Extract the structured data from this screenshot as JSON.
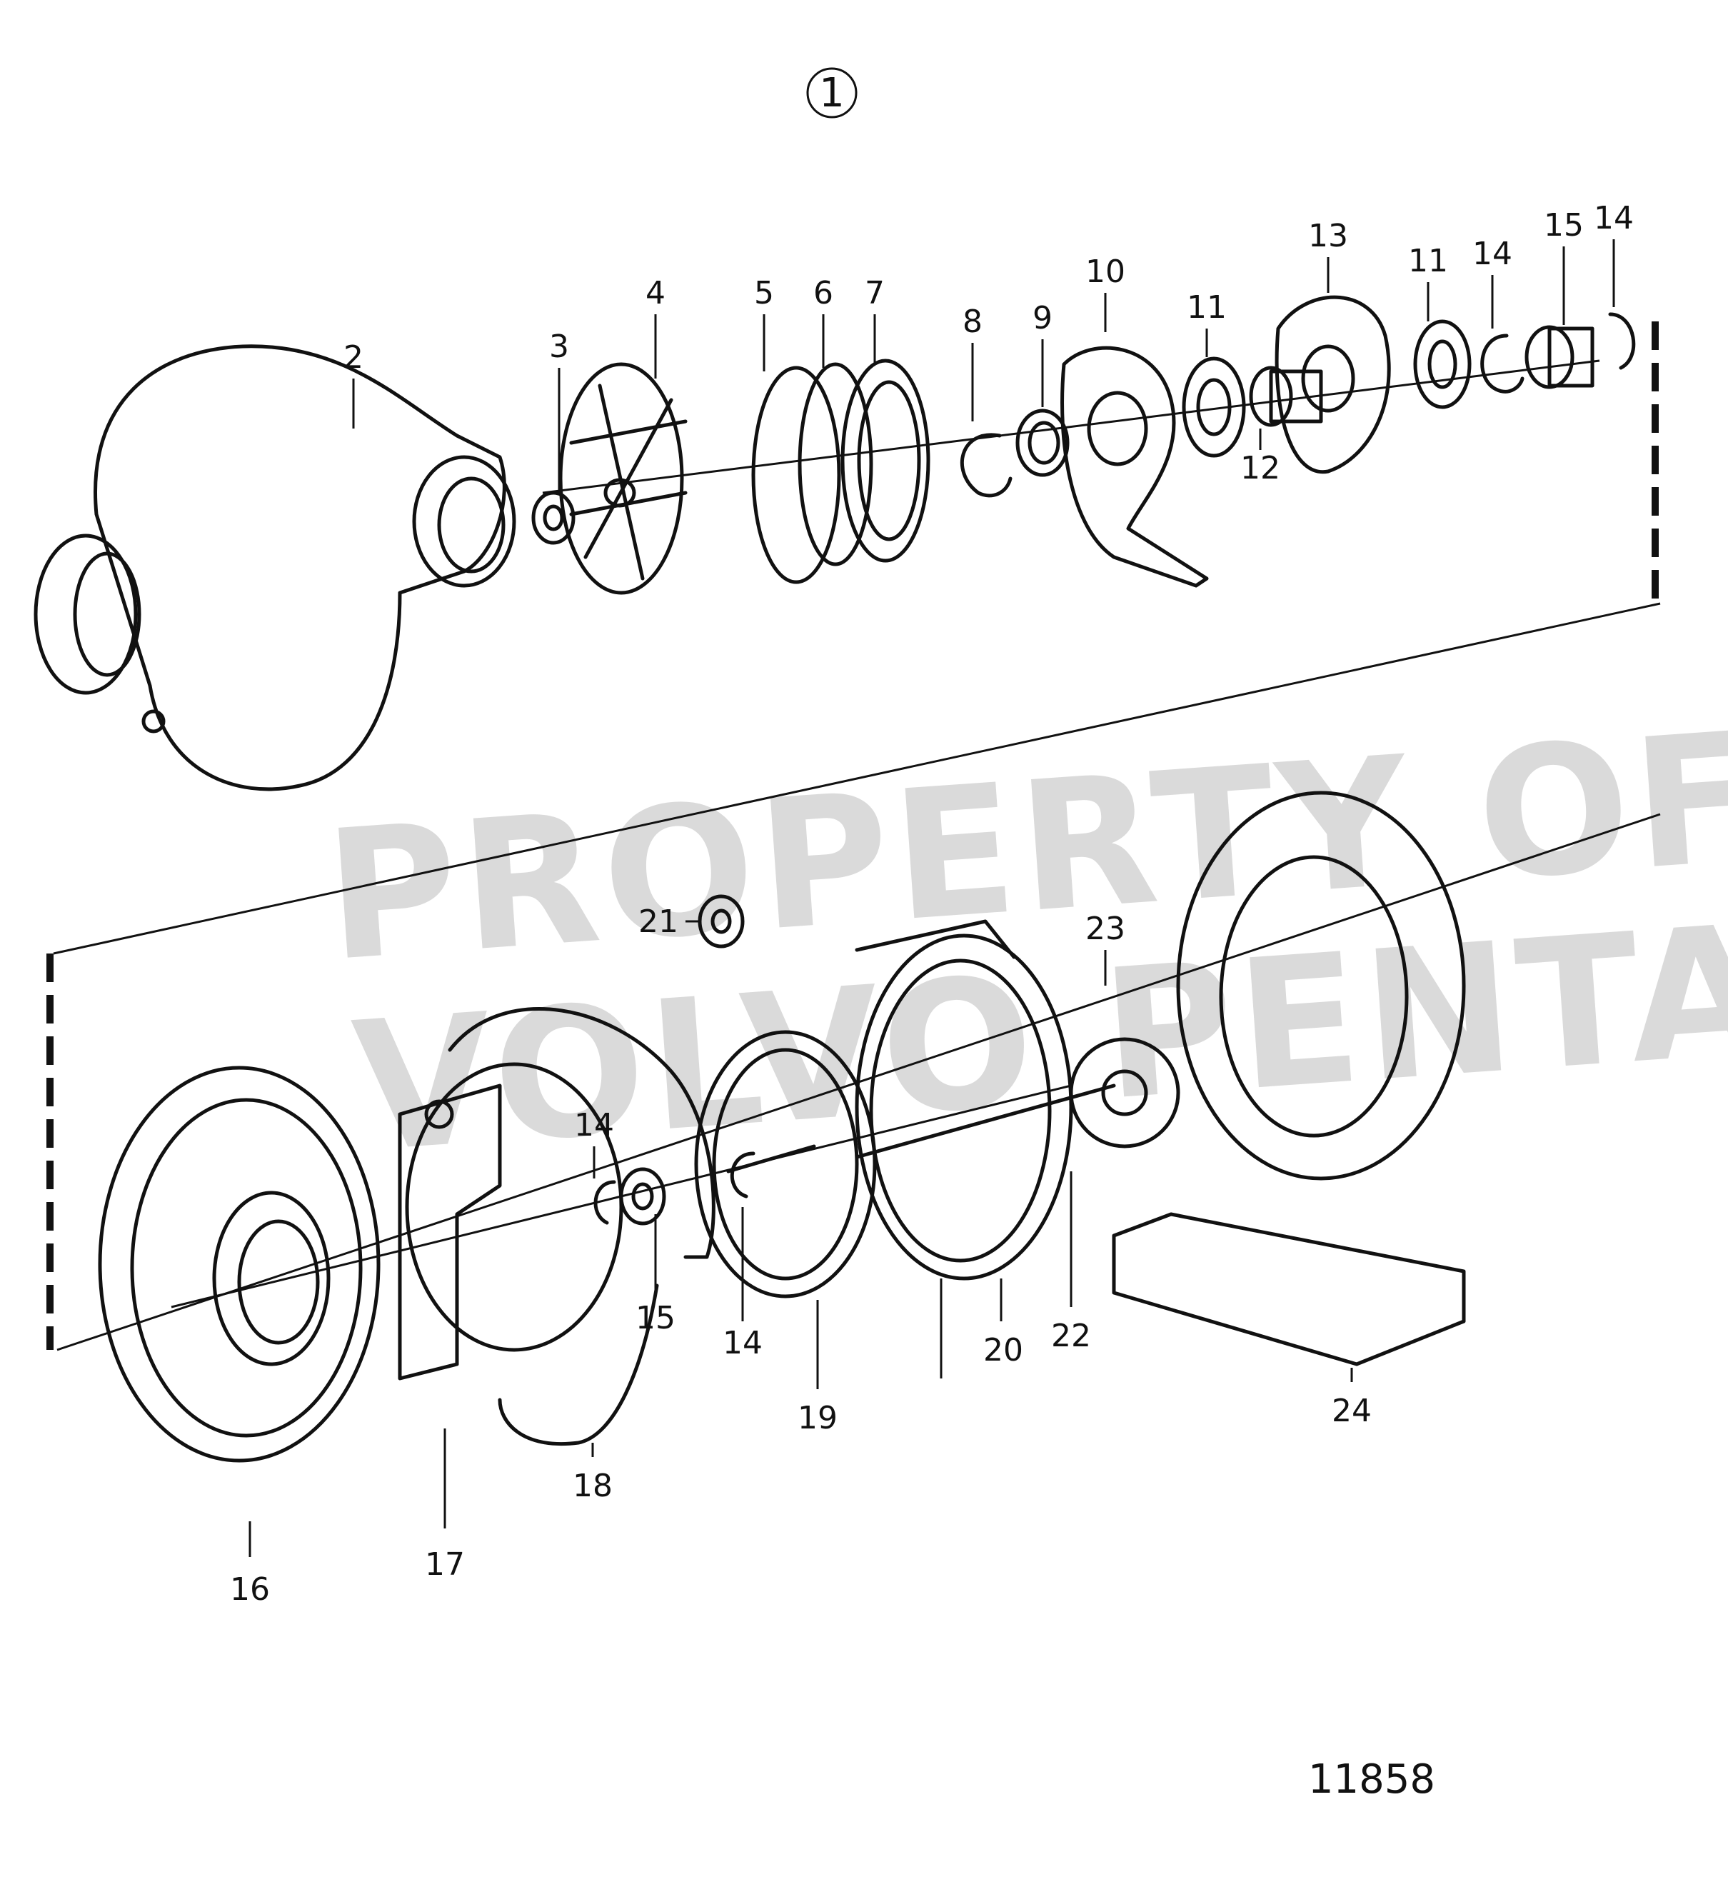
{
  "figure_marker": "1",
  "drawing_number": "11858",
  "watermark": {
    "line1": "PROPERTY OF",
    "line2": "VOLVO PENTA"
  },
  "callouts": {
    "c2": "2",
    "c3": "3",
    "c4": "4",
    "c5": "5",
    "c6": "6",
    "c7": "7",
    "c8": "8",
    "c9": "9",
    "c10": "10",
    "c11a": "11",
    "c12": "12",
    "c13": "13",
    "c11b": "11",
    "c14a": "14",
    "c15a": "15",
    "c14b": "14",
    "c21": "21",
    "c23": "23",
    "c14c": "14",
    "c15b": "15",
    "c14d": "14",
    "c16": "16",
    "c17": "17",
    "c18": "18",
    "c19": "19",
    "c20": "20",
    "c22": "22",
    "c24": "24"
  }
}
